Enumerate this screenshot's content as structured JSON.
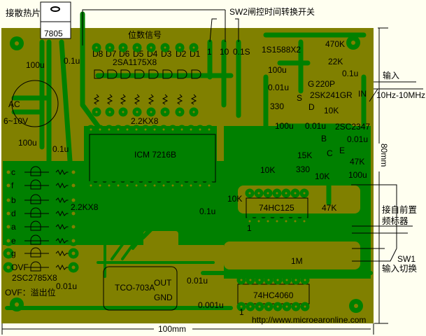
{
  "title_heatsink": "接散热片",
  "regulator": "7805",
  "digit_signal": "位数信号",
  "digits": [
    "D8",
    "D7",
    "D6",
    "D5",
    "D4",
    "D3",
    "D2",
    "D1"
  ],
  "digit_transistors": "2SA1175X8",
  "digit_resistors": "2.2KX8",
  "power": {
    "ac": "AC",
    "voltage": "6~10V",
    "c1": "100u",
    "c2": "0.1u",
    "c3": "100u",
    "c4": "0.1u"
  },
  "main_ic": "ICM 7216B",
  "sw2": {
    "label": "SW2闸控时间转换开关",
    "pos1": "1",
    "pos2": "10",
    "pos3": "0.1S"
  },
  "input_stage": {
    "diodes": "1S1588X2",
    "r470k": "470K",
    "r22k": "22K",
    "c01u": "0.1u",
    "c100u": "100u",
    "c001u": "0.01u",
    "g": "G",
    "c220p": "220P",
    "s": "S",
    "fet": "2SK241GR",
    "d": "D",
    "r330": "330",
    "r10k": "10K",
    "c100u_b": "100u",
    "c001u_b": "0.01u",
    "transistor": "2SC2347",
    "b": "B",
    "c": "C",
    "e": "E",
    "c001u_c": "0.01u",
    "r47k": "47K",
    "r15k": "15K",
    "r330_b": "330",
    "r10k_b": "10K",
    "r10k_c": "10K",
    "c100u_c": "100u",
    "in": "IN"
  },
  "input_label": "输入",
  "input_range": "10Hz-10MHz",
  "dim_height": "80mm",
  "dim_width": "100mm",
  "buffer": {
    "r10k": "10K",
    "c01u": "0.1u",
    "ic": "74HC125",
    "r47k": "47K",
    "pin1": "1"
  },
  "prescaler_label": [
    "接自前置",
    "频标器"
  ],
  "sw1": {
    "label": "SW1",
    "desc": "输入切换"
  },
  "osc": {
    "r1m": "1M",
    "ic": "74HC4060",
    "pin1": "1",
    "c0001u": "0.001u",
    "c001u": "0.01u",
    "module": "TCO-703A",
    "out": "OUT",
    "gnd": "GND"
  },
  "segments": [
    "c",
    "f",
    "b",
    "d",
    "a",
    "e",
    "g",
    "OVF"
  ],
  "segment_transistors": "2SC2785X8",
  "segment_resistors": "2.2KX8",
  "ovf_note": "OVF：溢出位",
  "seg_cap": "0.01u",
  "website": "http://www.microearonline.com",
  "colors": {
    "board": "#808000",
    "trace": "#008000",
    "background": "#fffff0"
  }
}
